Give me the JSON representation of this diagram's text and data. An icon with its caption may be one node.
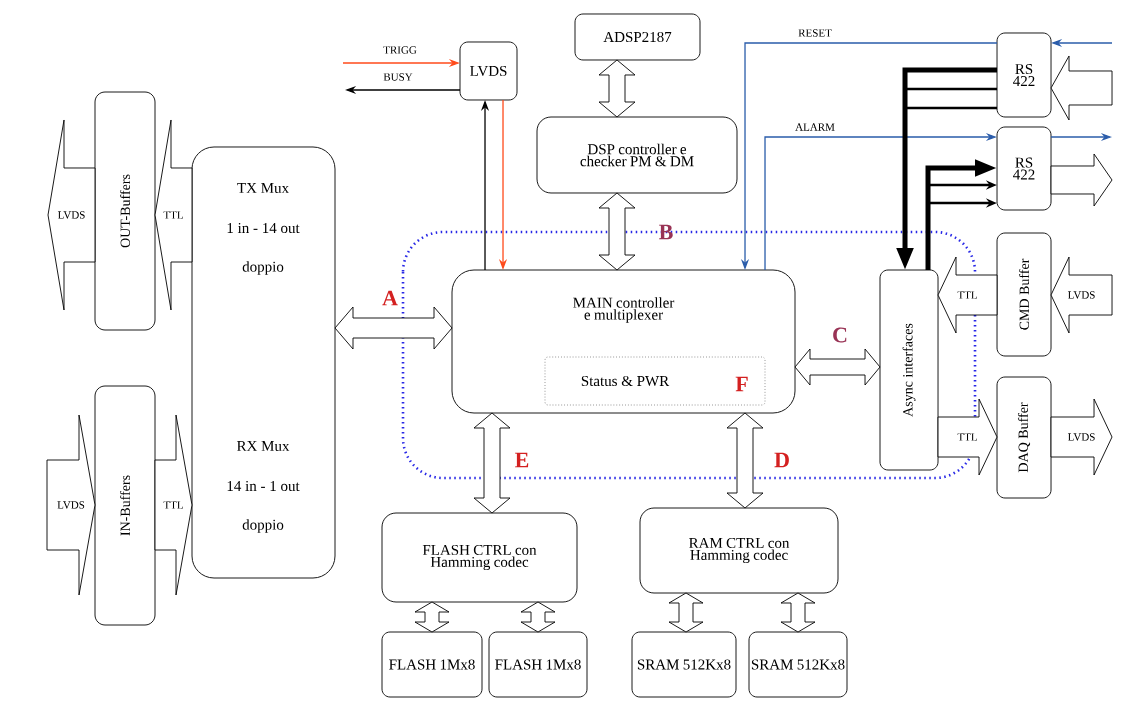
{
  "diagram": {
    "nodes": [
      {
        "text": [
          "OUT-Buffers"
        ]
      },
      {
        "text": [
          "IN-Buffers"
        ]
      },
      {
        "text": [
          "TX Mux",
          "1 in - 14 out",
          "doppio",
          "RX Mux",
          "14 in - 1 out",
          "doppio"
        ]
      },
      {
        "text": [
          "LVDS"
        ]
      },
      {
        "text": [
          "ADSP2187"
        ]
      },
      {
        "text": [
          "DSP controller e checker PM & DM"
        ]
      },
      {
        "text": [
          "MAIN controller e multiplexer"
        ]
      },
      {
        "text": [
          "Status & PWR"
        ],
        "in": 6
      },
      {
        "text": [
          "Async interfaces"
        ]
      },
      {
        "text": [
          "RS 422"
        ]
      },
      {
        "text": [
          "RS 422"
        ]
      },
      {
        "text": [
          "CMD Buffer"
        ]
      },
      {
        "text": [
          "DAQ Buffer"
        ]
      },
      {
        "text": [
          "FLASH CTRL con Hamming codec"
        ]
      },
      {
        "text": [
          "RAM CTRL con Hamming codec"
        ]
      },
      {
        "text": [
          "FLASH 1Mx8"
        ]
      },
      {
        "text": [
          "FLASH 1Mx8"
        ]
      },
      {
        "text": [
          "SRAM 512Kx8"
        ]
      },
      {
        "text": [
          "SRAM 512Kx8"
        ]
      }
    ],
    "edges": [
      {
        "from": 2,
        "to": 0,
        "arrow": "to",
        "label": "TTL"
      },
      {
        "from": 0,
        "to": null,
        "arrow": "to",
        "label": "LVDS"
      },
      {
        "from": null,
        "to": 1,
        "arrow": "to",
        "label": "LVDS"
      },
      {
        "from": 1,
        "to": 2,
        "arrow": "to",
        "label": "TTL"
      },
      {
        "from": 2,
        "to": 6,
        "arrow": "both"
      },
      {
        "from": 6,
        "to": 3,
        "arrow": "to"
      },
      {
        "from": 3,
        "to": 6,
        "arrow": "to",
        "color": "#ff4a1a"
      },
      {
        "from": null,
        "to": 3,
        "arrow": "to",
        "label": "TRIGG",
        "color": "#ff4a1a"
      },
      {
        "from": 3,
        "to": null,
        "arrow": "to",
        "label": "BUSY"
      },
      {
        "from": 4,
        "to": 5,
        "arrow": "both"
      },
      {
        "from": 5,
        "to": 6,
        "arrow": "both"
      },
      {
        "from": 6,
        "to": 8,
        "arrow": "both"
      },
      {
        "from": 6,
        "to": 13,
        "arrow": "both"
      },
      {
        "from": 6,
        "to": 14,
        "arrow": "both"
      },
      {
        "from": 13,
        "to": 15,
        "arrow": "both"
      },
      {
        "from": 13,
        "to": 16,
        "arrow": "both"
      },
      {
        "from": 14,
        "to": 17,
        "arrow": "both"
      },
      {
        "from": 14,
        "to": 18,
        "arrow": "both"
      },
      {
        "from": 9,
        "to": 6,
        "arrow": "to",
        "label": "RESET",
        "color": "#2a5caa"
      },
      {
        "from": null,
        "to": 9,
        "arrow": "to",
        "color": "#2a5caa"
      },
      {
        "from": 6,
        "to": 10,
        "arrow": "to",
        "label": "ALARM",
        "color": "#2a5caa"
      },
      {
        "from": 10,
        "to": null,
        "arrow": "to",
        "color": "#2a5caa"
      },
      {
        "from": null,
        "to": 9,
        "arrow": "to"
      },
      {
        "from": 10,
        "to": null,
        "arrow": "to"
      },
      {
        "from": 9,
        "to": 8,
        "arrow": "to",
        "style": "thick"
      },
      {
        "from": 8,
        "to": 10,
        "arrow": "to",
        "style": "thick"
      },
      {
        "from": 11,
        "to": 8,
        "arrow": "to",
        "label": "TTL"
      },
      {
        "from": null,
        "to": 11,
        "arrow": "to",
        "label": "LVDS"
      },
      {
        "from": 8,
        "to": 12,
        "arrow": "to",
        "label": "TTL"
      },
      {
        "from": 12,
        "to": null,
        "arrow": "to",
        "label": "LVDS"
      }
    ],
    "labels": [
      "A",
      "B",
      "C",
      "D",
      "E",
      "F"
    ]
  }
}
